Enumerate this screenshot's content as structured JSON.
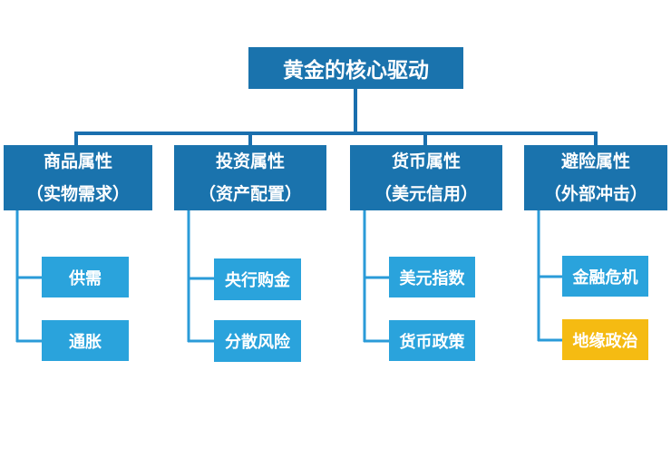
{
  "root": {
    "title": "黄金的核心驱动"
  },
  "categories": [
    {
      "title": "商品属性",
      "subtitle": "（实物需求）",
      "children": [
        "供需",
        "通胀"
      ]
    },
    {
      "title": "投资属性",
      "subtitle": "（资产配置）",
      "children": [
        "央行购金",
        "分散风险"
      ]
    },
    {
      "title": "货币属性",
      "subtitle": "（美元信用）",
      "children": [
        "美元指数",
        "货币政策"
      ]
    },
    {
      "title": "避险属性",
      "subtitle": "（外部冲击）",
      "children": [
        "金融危机",
        "地缘政治"
      ]
    }
  ],
  "colors": {
    "dark_blue": "#1a73ad",
    "light_blue": "#2aa3dc",
    "highlight": "#f5bb12",
    "connector": "#2a9bd8"
  },
  "highlighted_item": "地缘政治"
}
